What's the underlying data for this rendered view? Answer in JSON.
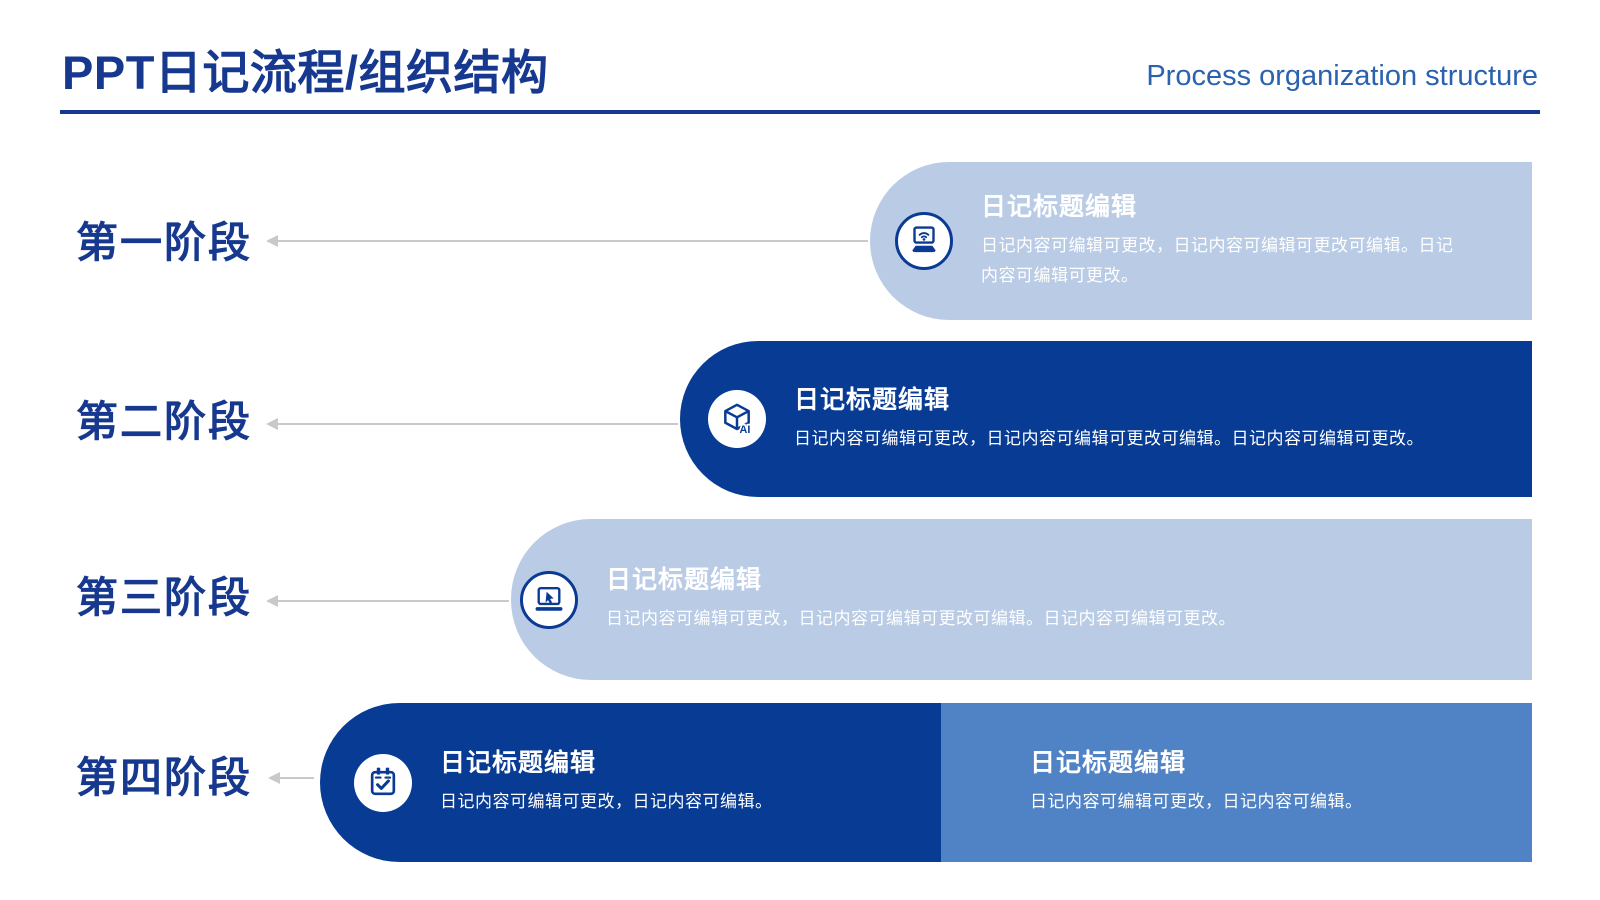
{
  "header": {
    "title": "PPT日记流程/组织结构",
    "subtitle": "Process organization structure"
  },
  "palette": {
    "title_navy": "#16388f",
    "subtitle_blue": "#2a62af",
    "light_card": "#b9cbe5",
    "dark_card": "#083b94",
    "medium_card": "#5083c6",
    "arrow_gray": "#c9c9c9",
    "icon_blue": "#0a3a93",
    "text_on_card": "#ffffff"
  },
  "stages": [
    {
      "label": "第一阶段",
      "icon": "laptop-wifi-icon",
      "card": {
        "title": "日记标题编辑",
        "body": "日记内容可编辑可更改，日记内容可编辑可更改可编辑。日记内容可编辑可更改。"
      }
    },
    {
      "label": "第二阶段",
      "icon": "ai-cube-icon",
      "card": {
        "title": "日记标题编辑",
        "body": "日记内容可编辑可更改，日记内容可编辑可更改可编辑。日记内容可编辑可更改。"
      }
    },
    {
      "label": "第三阶段",
      "icon": "laptop-cursor-icon",
      "card": {
        "title": "日记标题编辑",
        "body": "日记内容可编辑可更改，日记内容可编辑可更改可编辑。日记内容可编辑可更改。"
      }
    },
    {
      "label": "第四阶段",
      "icon": "calendar-check-icon",
      "card": {
        "title": "日记标题编辑",
        "body": "日记内容可编辑可更改，日记内容可编辑。"
      },
      "card2": {
        "title": "日记标题编辑",
        "body": "日记内容可编辑可更改，日记内容可编辑。"
      }
    }
  ]
}
